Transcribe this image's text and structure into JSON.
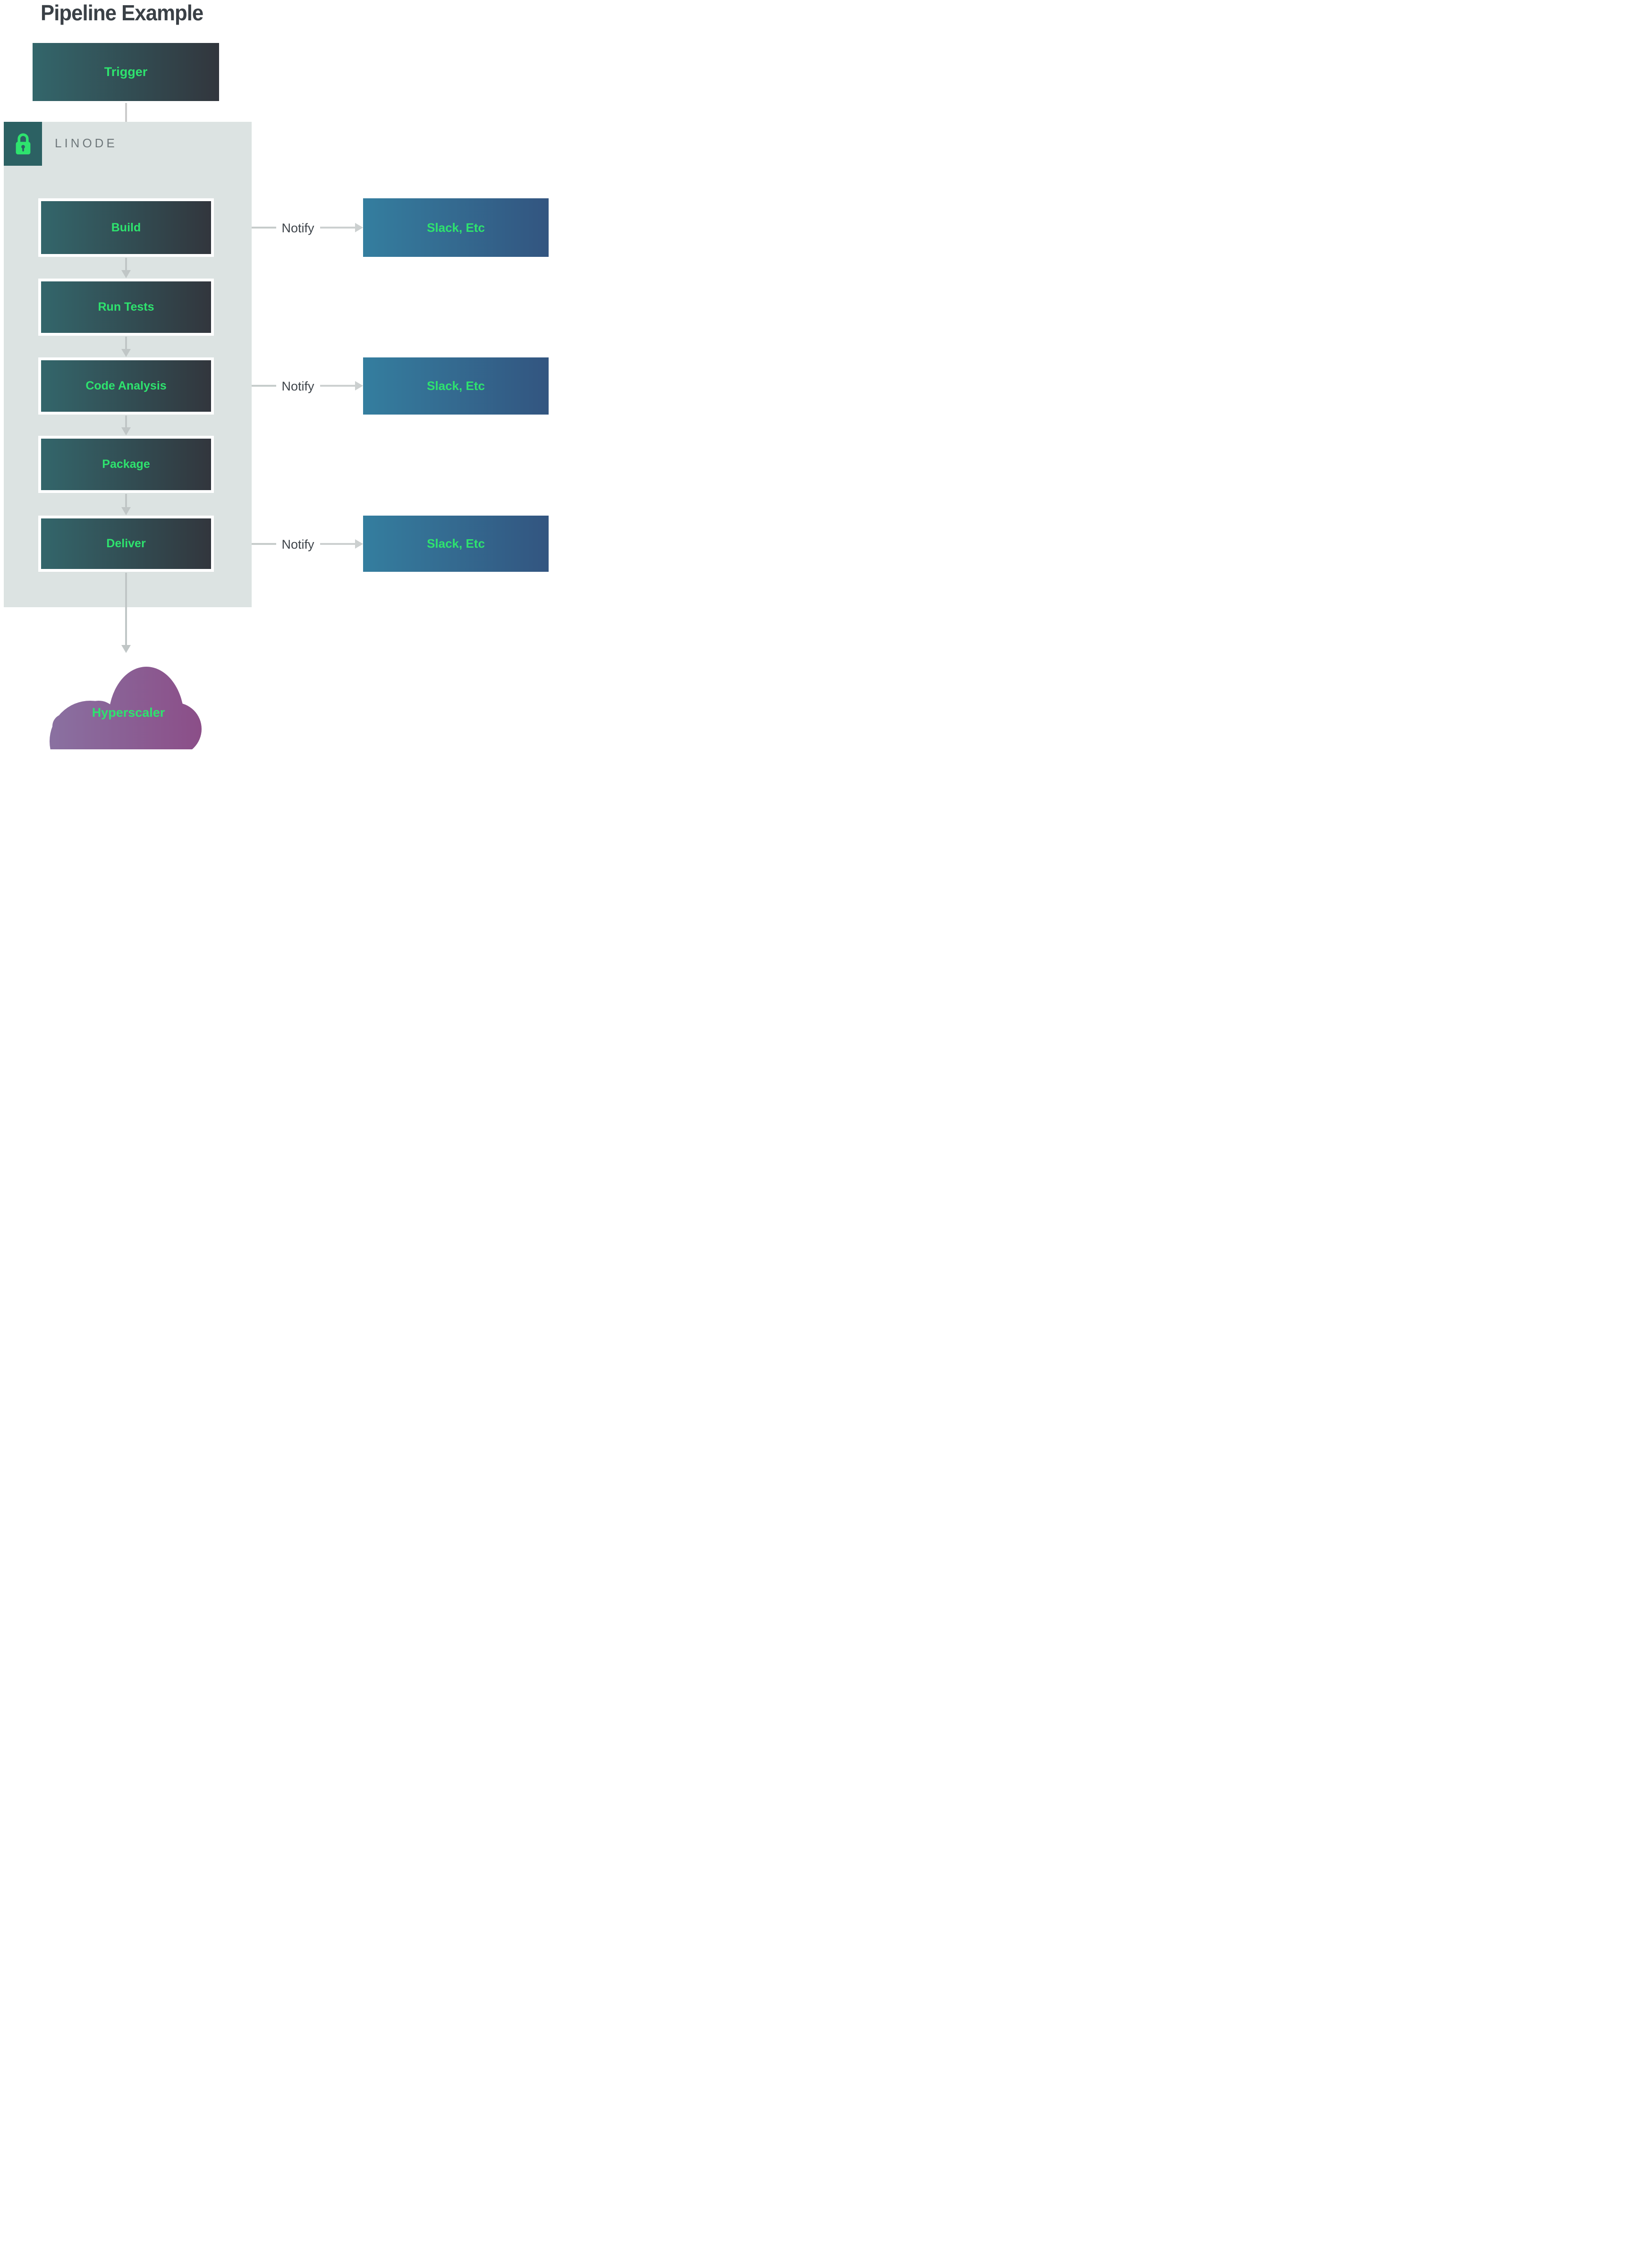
{
  "diagram": {
    "title": "Pipeline Example",
    "trigger": {
      "label": "Trigger"
    },
    "container": {
      "label": "LINODE",
      "icon": "lock-icon"
    },
    "stages": [
      {
        "label": "Build",
        "notify": true
      },
      {
        "label": "Run Tests",
        "notify": false
      },
      {
        "label": "Code Analysis",
        "notify": true
      },
      {
        "label": "Package",
        "notify": false
      },
      {
        "label": "Deliver",
        "notify": true
      }
    ],
    "notify_label": "Notify",
    "notify_target": {
      "label": "Slack, Etc"
    },
    "cloud": {
      "label": "Hyperscaler"
    },
    "colors": {
      "accent_green": "#2ee36e",
      "stage_gradient_left": "#33666b",
      "stage_gradient_right": "#32363d",
      "slack_gradient_left": "#347e9f",
      "slack_gradient_right": "#335580",
      "cloud_gradient_left": "#8a71a1",
      "cloud_gradient_right": "#8b4e88",
      "container_bg": "#dce3e2",
      "lock_square_bg": "#2c6163",
      "title_text": "#3a4046",
      "muted_text": "#6f787b",
      "arrow_gray": "#c0c6c6"
    }
  }
}
